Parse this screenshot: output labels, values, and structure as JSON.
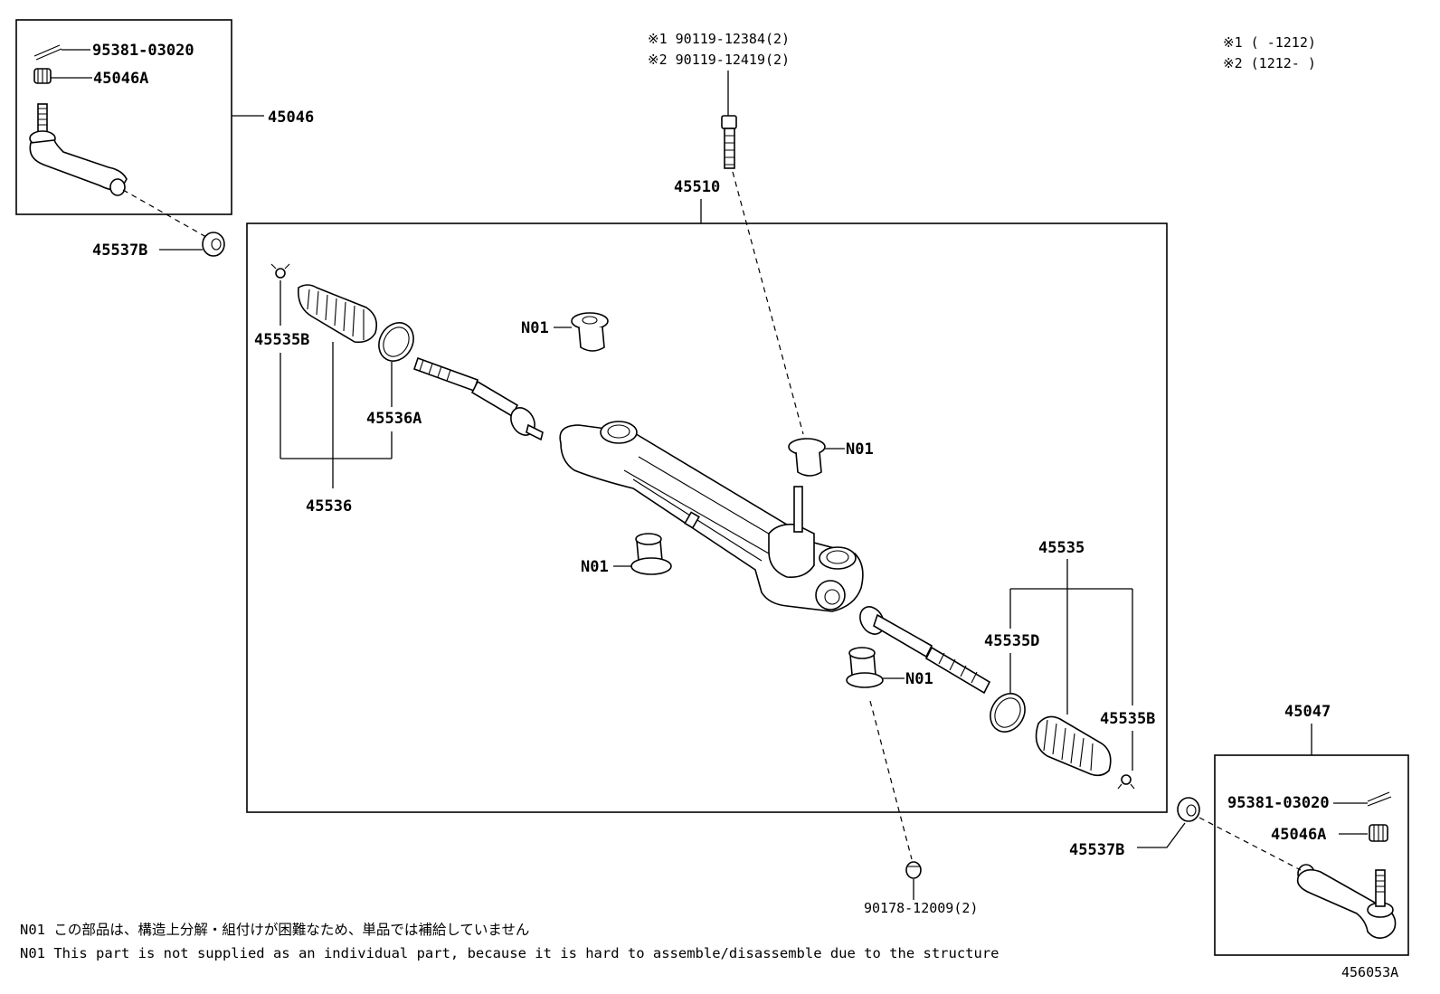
{
  "labels": {
    "p95381_top": "95381-03020",
    "p45046A_top": "45046A",
    "p45046": "45046",
    "p45537B_top": "45537B",
    "bolt1": "※1 90119-12384(2)",
    "bolt2": "※2 90119-12419(2)",
    "legend1": "※1 (    -1212)",
    "legend2": "※2 (1212-    )",
    "p45510": "45510",
    "n01_a": "N01",
    "n01_b": "N01",
    "n01_c": "N01",
    "n01_d": "N01",
    "p45535B_left": "45535B",
    "p45536A": "45536A",
    "p45536": "45536",
    "p45535": "45535",
    "p45535D": "45535D",
    "p45535B_right": "45535B",
    "p45047": "45047",
    "p95381_bot": "95381-03020",
    "p45046A_bot": "45046A",
    "p45537B_bot": "45537B",
    "p90178": "90178-12009(2)",
    "diagram_id": "456053A"
  },
  "notes": {
    "jp": "N01 この部品は、構造上分解・組付けが困難なため、単品では補給していません",
    "en": "N01 This part is not supplied as an individual part, because it is hard to assemble/disassemble due to the structure"
  }
}
